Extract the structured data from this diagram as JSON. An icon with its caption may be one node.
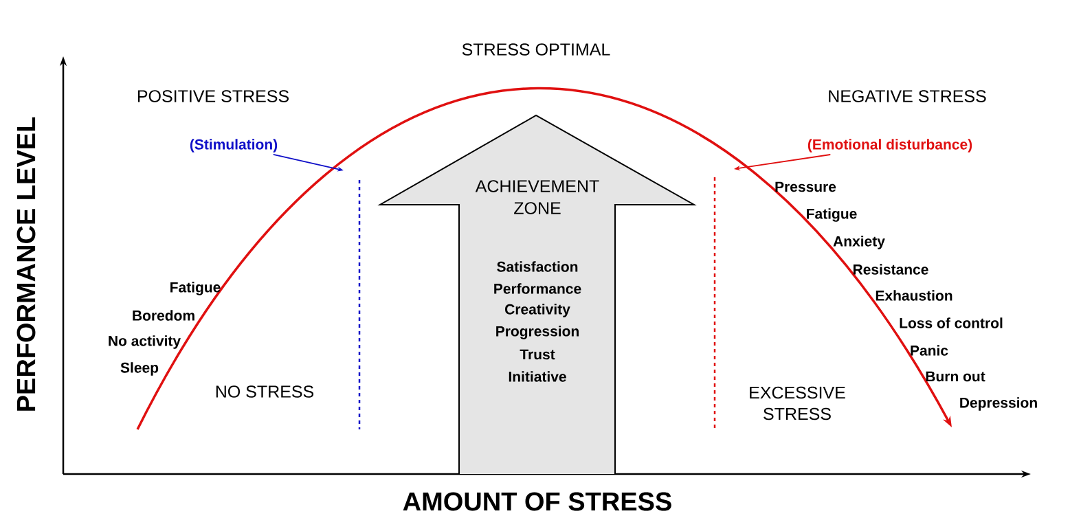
{
  "diagram": {
    "nodes": [
      {
        "text": [
          "(Stimulation)"
        ]
      },
      {
        "text": [
          "(Emotional disturbance)"
        ]
      },
      {
        "text": [
          "ACHIEVEMENT ZONE",
          "Satisfaction",
          "Performance",
          "Creativity",
          "Progression",
          "Trust",
          "Initiative"
        ]
      }
    ],
    "edges": [
      {
        "from": 0,
        "to": null,
        "arrow": "to",
        "color": "#1010c8"
      },
      {
        "from": 1,
        "to": null,
        "arrow": "to",
        "color": "#e01010"
      }
    ],
    "labels": [
      "STRESS OPTIMAL",
      "POSITIVE STRESS",
      "NEGATIVE STRESS",
      "Pressure",
      "Fatigue",
      "Anxiety",
      "Resistance",
      "Exhaustion",
      "Loss of control",
      "Fatigue",
      "Boredom",
      "Panic",
      "No activity",
      "Burn out",
      "Sleep",
      "NO STRESS",
      "EXCESSIVE STRESS",
      "Depression",
      "PERFORMANCE LEVEL",
      "AMOUNT OF STRESS"
    ]
  }
}
